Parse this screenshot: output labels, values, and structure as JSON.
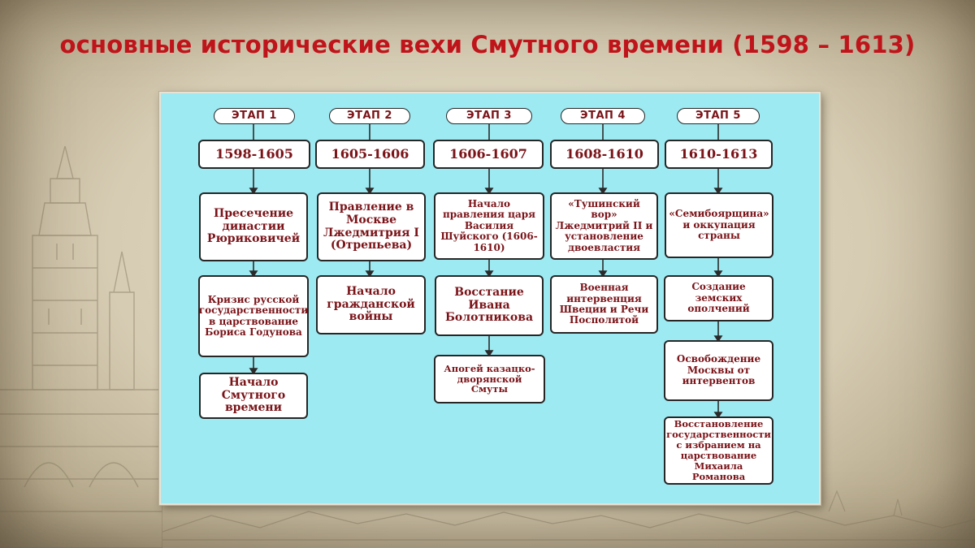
{
  "title": "основные исторические вехи Смутного времени (1598 – 1613)",
  "colors": {
    "title": "#c0141b",
    "box_text": "#7a1318",
    "panel": "#9eeaf2"
  },
  "stages": [
    {
      "stage": "ЭТАП 1",
      "years": "1598-1605",
      "events": [
        "Пресечение династии Рюриковичей",
        "Кризис русской государственности в царствование Бориса Годунова",
        "Начало Смутного времени"
      ]
    },
    {
      "stage": "ЭТАП 2",
      "years": "1605-1606",
      "events": [
        "Правление в Москве Лжедмитрия I (Отрепьева)",
        "Начало гражданской войны"
      ]
    },
    {
      "stage": "ЭТАП 3",
      "years": "1606-1607",
      "events": [
        "Начало правления царя Василия Шуйского (1606-1610)",
        "Восстание Ивана Болотникова",
        "Апогей казацко-дворянской Смуты"
      ]
    },
    {
      "stage": "ЭТАП 4",
      "years": "1608-1610",
      "events": [
        "«Тушинский вор» Лжедмитрий II и установление двоевластия",
        "Военная интервенция Швеции и Речи Посполитой"
      ]
    },
    {
      "stage": "ЭТАП 5",
      "years": "1610-1613",
      "events": [
        "«Семибоярщина» и оккупация страны",
        "Создание земских ополчений",
        "Освобождение Москвы от интервентов",
        "Восстановление государственности с избранием на царствование Михаила Романова"
      ]
    }
  ]
}
